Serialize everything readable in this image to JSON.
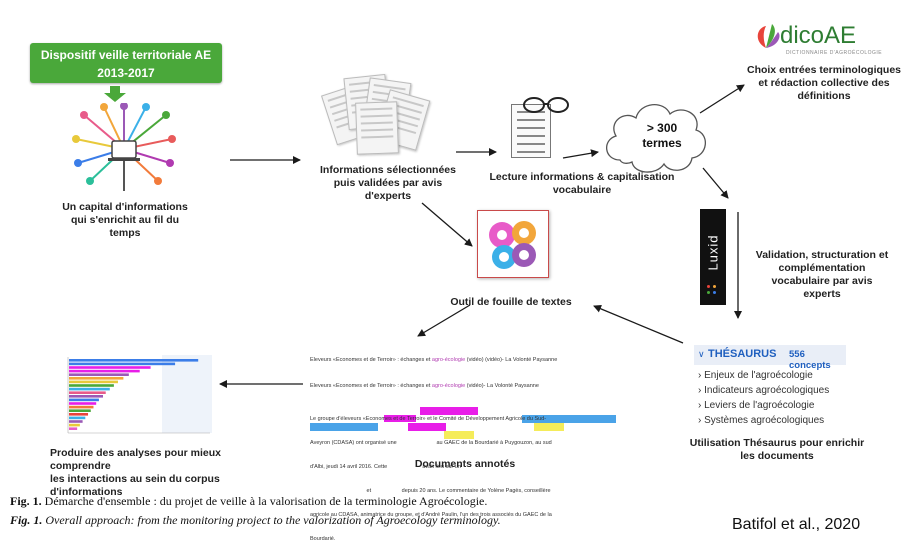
{
  "start_box": {
    "line1": "Dispositif veille territoriale AE",
    "line2": "2013-2017"
  },
  "nodes": {
    "capital": {
      "l1": "Un capital d'informations",
      "l2": "qui s'enrichit au fil du",
      "l3": "temps"
    },
    "selected": {
      "l1": "Informations sélectionnées",
      "l2": "puis validées par avis",
      "l3": "d'experts"
    },
    "lecture": {
      "l1": "Lecture informations & capitalisation",
      "l2": "vocabulaire"
    },
    "cloud": {
      "l1": "> 300",
      "l2": "termes"
    },
    "choix": {
      "l1": "Choix entrées terminologiques",
      "l2": "et rédaction collective des",
      "l3": "définitions"
    },
    "validation": {
      "l1": "Validation, structuration et",
      "l2": "complémentation",
      "l3": "vocabulaire par avis",
      "l4": "experts"
    },
    "outil": {
      "l1": "Outil de fouille de textes"
    },
    "thesaurus_use": {
      "l1": "Utilisation Thésaurus pour enrichir",
      "l2": "les documents"
    },
    "docs": {
      "l1": "Documents annotés"
    },
    "analyses": {
      "l1": "Produire des analyses pour mieux comprendre",
      "l2": "les interactions au sein du corpus",
      "l3": "d'informations"
    }
  },
  "dico_logo": {
    "word": "dicoAE",
    "sub": "DICTIONNAIRE D'AGROÉCOLOGIE"
  },
  "luxid_logo": {
    "word": "Luxid"
  },
  "annotated": {
    "line1a": "Eleveurs «Economes et de Terroir» : échanges et",
    "line1b": "agro-écologie",
    "line1c": "(vidéo) (vidéo)- La Volonté Paysanne",
    "line2a": "Eleveurs «Economes et de Terroir» : échanges et",
    "line2b": "agro-écologie",
    "line2c": "(vidéo)- La Volonté Paysanne",
    "p1": "Le groupe d'éleveurs «Economes et de Terroir» et le Comité de Développement Agricole du Sud-",
    "p2": "Aveyron (CDASA) ont organisé une                          au GAEC de la Bourdarié à Puygouzon, au sud",
    "p3": "d'Albi, jeudi 14 avril 2016. Cette                       avait lieu sur un                                           ",
    "p4": "                                     et                    depuis 20 ans. Le commentaire de Yolène Pagès, conseillère",
    "p5": "agricole au CDASA, animatrice du groupe, et d'André Paulin, l'un des trois associés du GAEC de la",
    "p6": "Bourdarié."
  },
  "thesaurus": {
    "title": "THÉSAURUS",
    "count": "556 concepts",
    "items": [
      "Enjeux de l'agroécologie",
      "Indicateurs agroécologiques",
      "Leviers de l'agroécologie",
      "Systèmes agroécologiques"
    ]
  },
  "caption": {
    "fr_label": "Fig. 1.",
    "fr_text": "Démarche d'ensemble : du projet de veille à la valorisation de la terminologie Agroécologie.",
    "en_label": "Fig. 1.",
    "en_text": "Overall approach: from the monitoring project to the valorization of Agroecology terminology.",
    "citation": "Batifol et al., 2020"
  },
  "colors": {
    "green": "#4aa83a",
    "arrow": "#1a1a1a",
    "thes_blue": "#1f5fbf",
    "magenta": "#e81ee8"
  }
}
